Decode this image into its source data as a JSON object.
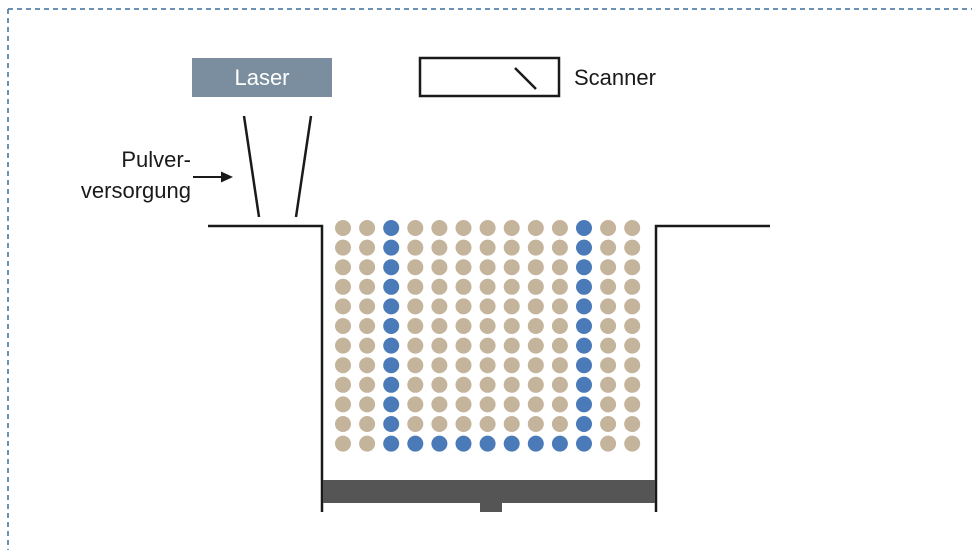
{
  "labels": {
    "laser": "Laser",
    "scanner": "Scanner",
    "powder_supply_line1": "Pulver-",
    "powder_supply_line2": "versorgung"
  },
  "colors": {
    "frame_border": "#3a6f9a",
    "laser_box": "#7b8e9f",
    "powder": "#c4b49b",
    "fused": "#4a7ab8",
    "platform": "#555555",
    "line": "#1a1a1a"
  },
  "powder_bed": {
    "rows": 12,
    "cols": 13,
    "fused_columns": [
      2,
      10
    ],
    "fused_bottom_row_from_col": 2,
    "fused_bottom_row_to_col": 10
  }
}
